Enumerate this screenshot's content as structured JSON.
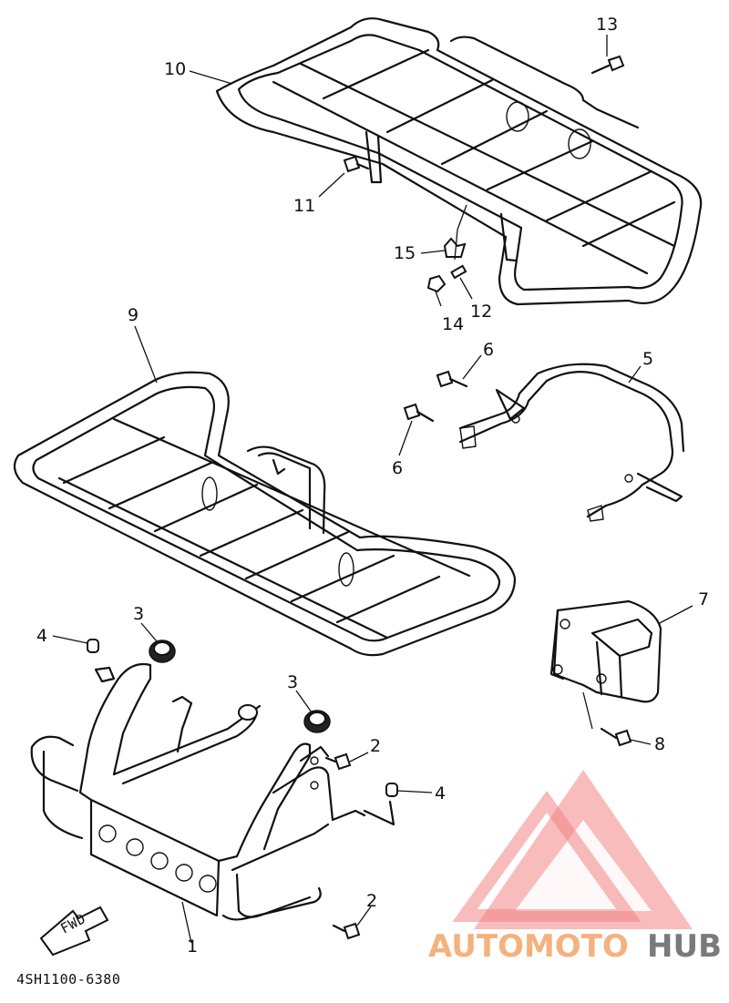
{
  "diagram_code": "4SH1100-6380",
  "fwd_label": "FWD",
  "brand": {
    "part1": "AUTOMOTO",
    "part2": "HUB",
    "color1": "#f4b27e",
    "color2": "#7a7a7a",
    "logo_color": "#ef6f6f"
  },
  "callouts": {
    "c1": "1",
    "c2a": "2",
    "c2b": "2",
    "c3a": "3",
    "c3b": "3",
    "c4a": "4",
    "c4b": "4",
    "c5": "5",
    "c6a": "6",
    "c6b": "6",
    "c7": "7",
    "c8": "8",
    "c9": "9",
    "c10": "10",
    "c11": "11",
    "c12": "12",
    "c13": "13",
    "c14": "14",
    "c15": "15"
  }
}
